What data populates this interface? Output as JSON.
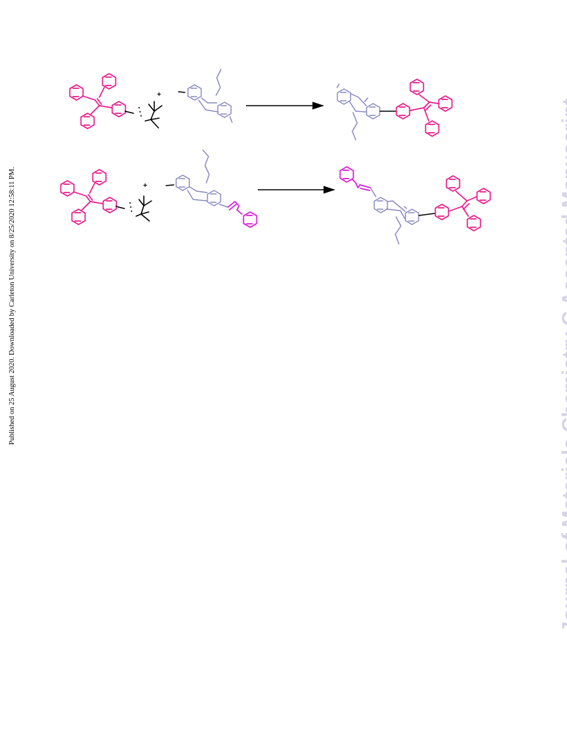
{
  "side_note": "Published on 25 August 2020. Downloaded by Carleton University on 8/25/2020 12:58:11 PM.",
  "watermark": {
    "text": "Journal of Materials Chemistry C Accepted Manuscript",
    "color": "#d6d3e8"
  },
  "scheme": {
    "colors": {
      "tpe": "#e81a8c",
      "styryl": "#d81ad8",
      "carbazole": "#8a8ac4",
      "reagent": "#000000"
    },
    "reactions": [
      {
        "reagent_charge": "+",
        "arrow": "right"
      },
      {
        "reagent_charge": "+",
        "arrow": "right"
      }
    ]
  }
}
